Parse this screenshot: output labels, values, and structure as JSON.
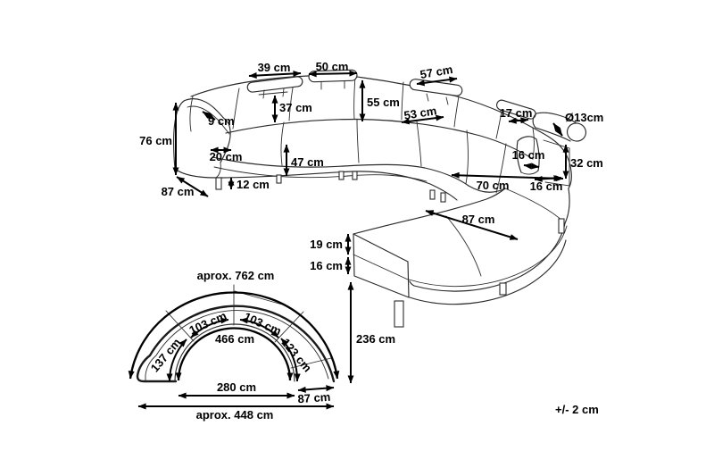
{
  "colors": {
    "background": "#ffffff",
    "line": "#2b2b2b",
    "dimension": "#000000"
  },
  "labels": {
    "headrest_left": "39 cm",
    "headrest_middle": "50 cm",
    "headrest_right": "57 cm",
    "back_cushion_height": "37 cm",
    "backrest_height": "55 cm",
    "back_cushion_right_width": "53 cm",
    "armrest_top_width": "9 cm",
    "overall_height": "76 cm",
    "armrest_depth": "20 cm",
    "seat_height": "47 cm",
    "leg_height": "12 cm",
    "side_depth": "87 cm",
    "headrest_small_width": "17 cm",
    "bolster_diameter": "Ø13cm",
    "support_width": "16 cm",
    "right_end_height": "32 cm",
    "right_seat_width": "70 cm",
    "right_base_height": "16 cm",
    "ottoman_width": "87 cm",
    "ottoman_cushion_height": "19 cm",
    "ottoman_base_height": "16 cm",
    "total_depth": "236 cm"
  },
  "plan": {
    "outer_circumference": "aprox. 762 cm",
    "segment_left": "103 cm",
    "segment_right": "103 cm",
    "inner_circumference": "466 cm",
    "segment_far_left": "137 cm",
    "segment_far_right": "123 cm",
    "inner_width": "280 cm",
    "end_width": "87 cm",
    "total_width": "aprox. 448 cm"
  },
  "tolerance_note": "+/- 2 cm"
}
